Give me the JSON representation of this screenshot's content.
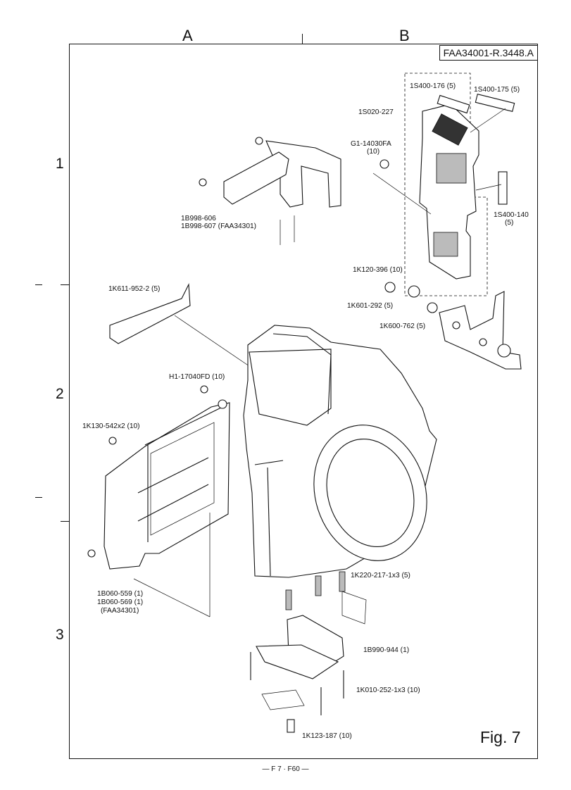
{
  "page": {
    "doc_code": "FAA34001-R.3448.A",
    "figure_label": "Fig.  7",
    "footer": "— F 7 · F60 —"
  },
  "grid": {
    "columns": [
      "A",
      "B"
    ],
    "rows": [
      "1",
      "2",
      "3"
    ]
  },
  "parts": [
    {
      "id": "s400_176",
      "text": "1S400-176 (5)"
    },
    {
      "id": "s400_175",
      "text": "1S400-175 (5)"
    },
    {
      "id": "s020_227",
      "text": "1S020-227"
    },
    {
      "id": "g1_14030fa",
      "text": "G1-14030FA"
    },
    {
      "id": "g1_qty",
      "text": "(10)"
    },
    {
      "id": "b998_606",
      "text": "1B998-606"
    },
    {
      "id": "b998_607",
      "text": "1B998-607 (FAA34301)"
    },
    {
      "id": "s400_140",
      "text": "1S400-140"
    },
    {
      "id": "s400_140_qty",
      "text": "(5)"
    },
    {
      "id": "k120_396",
      "text": "1K120-396 (10)"
    },
    {
      "id": "k611_952",
      "text": "1K611-952-2 (5)"
    },
    {
      "id": "k601_292",
      "text": "1K601-292 (5)"
    },
    {
      "id": "k600_762",
      "text": "1K600-762 (5)"
    },
    {
      "id": "h1_17040fd",
      "text": "H1-17040FD (10)"
    },
    {
      "id": "k130_542",
      "text": "1K130-542x2 (10)"
    },
    {
      "id": "b060_559",
      "text": "1B060-559 (1)"
    },
    {
      "id": "b060_569",
      "text": "1B060-569 (1)"
    },
    {
      "id": "faa34301",
      "text": "(FAA34301)"
    },
    {
      "id": "k220_217",
      "text": "1K220-217-1x3 (5)"
    },
    {
      "id": "b990_944",
      "text": "1B990-944 (1)"
    },
    {
      "id": "k010_252",
      "text": "1K010-252-1x3 (10)"
    },
    {
      "id": "k123_187",
      "text": "1K123-187 (10)"
    }
  ]
}
